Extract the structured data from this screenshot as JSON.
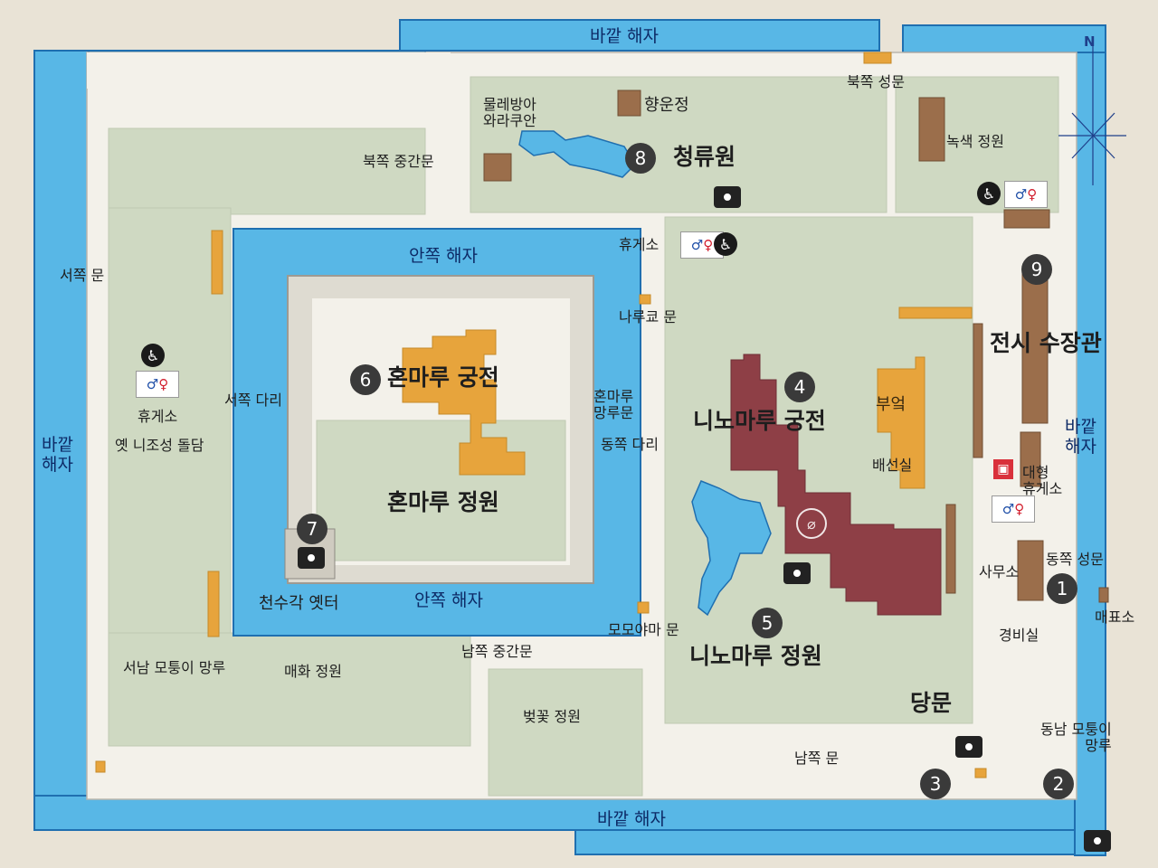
{
  "map": {
    "colors": {
      "moat": "#58b7e6",
      "moat_edge": "#1f6fb0",
      "wall": "#f3f1ea",
      "green": "#cfd9c2",
      "honmaru_palace": "#e7a43c",
      "ninomaru_palace": "#8e3f46",
      "paper": "#e9e3d6"
    },
    "labels": {
      "outer_moat_top": "바깥 해자",
      "outer_moat_bottom": "바깥 해자",
      "outer_moat_left": "바깥\n해자",
      "outer_moat_right": "바깥\n해자",
      "inner_moat_top": "안쪽 해자",
      "inner_moat_bottom": "안쪽 해자",
      "honmaru_palace": "혼마루 궁전",
      "honmaru_garden": "혼마루 정원",
      "ninomaru_palace": "니노마루 궁전",
      "ninomaru_garden": "니노마루 정원",
      "seiryuen": "청류원",
      "exhibition_hall": "전시 수장관",
      "tenshu_site": "천수각 옛터",
      "water_wheel": "물레방아\n와라쿠안",
      "hyounjeong": "향운정",
      "north_middle_gate": "북쪽 중간문",
      "north_gate": "북쪽 성문",
      "green_garden": "녹색 정원",
      "rest_area_north": "휴게소",
      "west_gate": "서쪽 문",
      "rest_area_west": "휴게소",
      "old_stone_wall": "옛 니조성 돌담",
      "west_bridge": "서쪽 다리",
      "narukyo_gate": "나루쿄 문",
      "honmaru_tower_gate": "혼마루\n망루문",
      "east_bridge": "동쪽 다리",
      "kitchen": "부엌",
      "serving_room": "배선실",
      "large_rest_area": "대형\n휴게소",
      "east_gate": "동쪽 성문",
      "office": "사무소",
      "ticket_office": "매표소",
      "guard_room": "경비실",
      "momoyama_gate": "모모야마 문",
      "south_middle_gate": "남쪽 중간문",
      "southwest_tower": "서남 모퉁이 망루",
      "plum_garden": "매화 정원",
      "cherry_garden": "벚꽃 정원",
      "karamon": "당문",
      "south_gate": "남쪽 문",
      "southeast_tower": "동남 모퉁이\n망루",
      "compass_n": "N"
    },
    "markers": {
      "n1": "1",
      "n2": "2",
      "n3": "3",
      "n4": "4",
      "n5": "5",
      "n6": "6",
      "n7": "7",
      "n8": "8",
      "n9": "9"
    },
    "icons": {
      "restroom": "restroom-icon",
      "wheelchair": "wheelchair-icon",
      "camera": "camera-icon",
      "gift": "gift-icon",
      "no_photo": "no-photography-icon"
    }
  }
}
